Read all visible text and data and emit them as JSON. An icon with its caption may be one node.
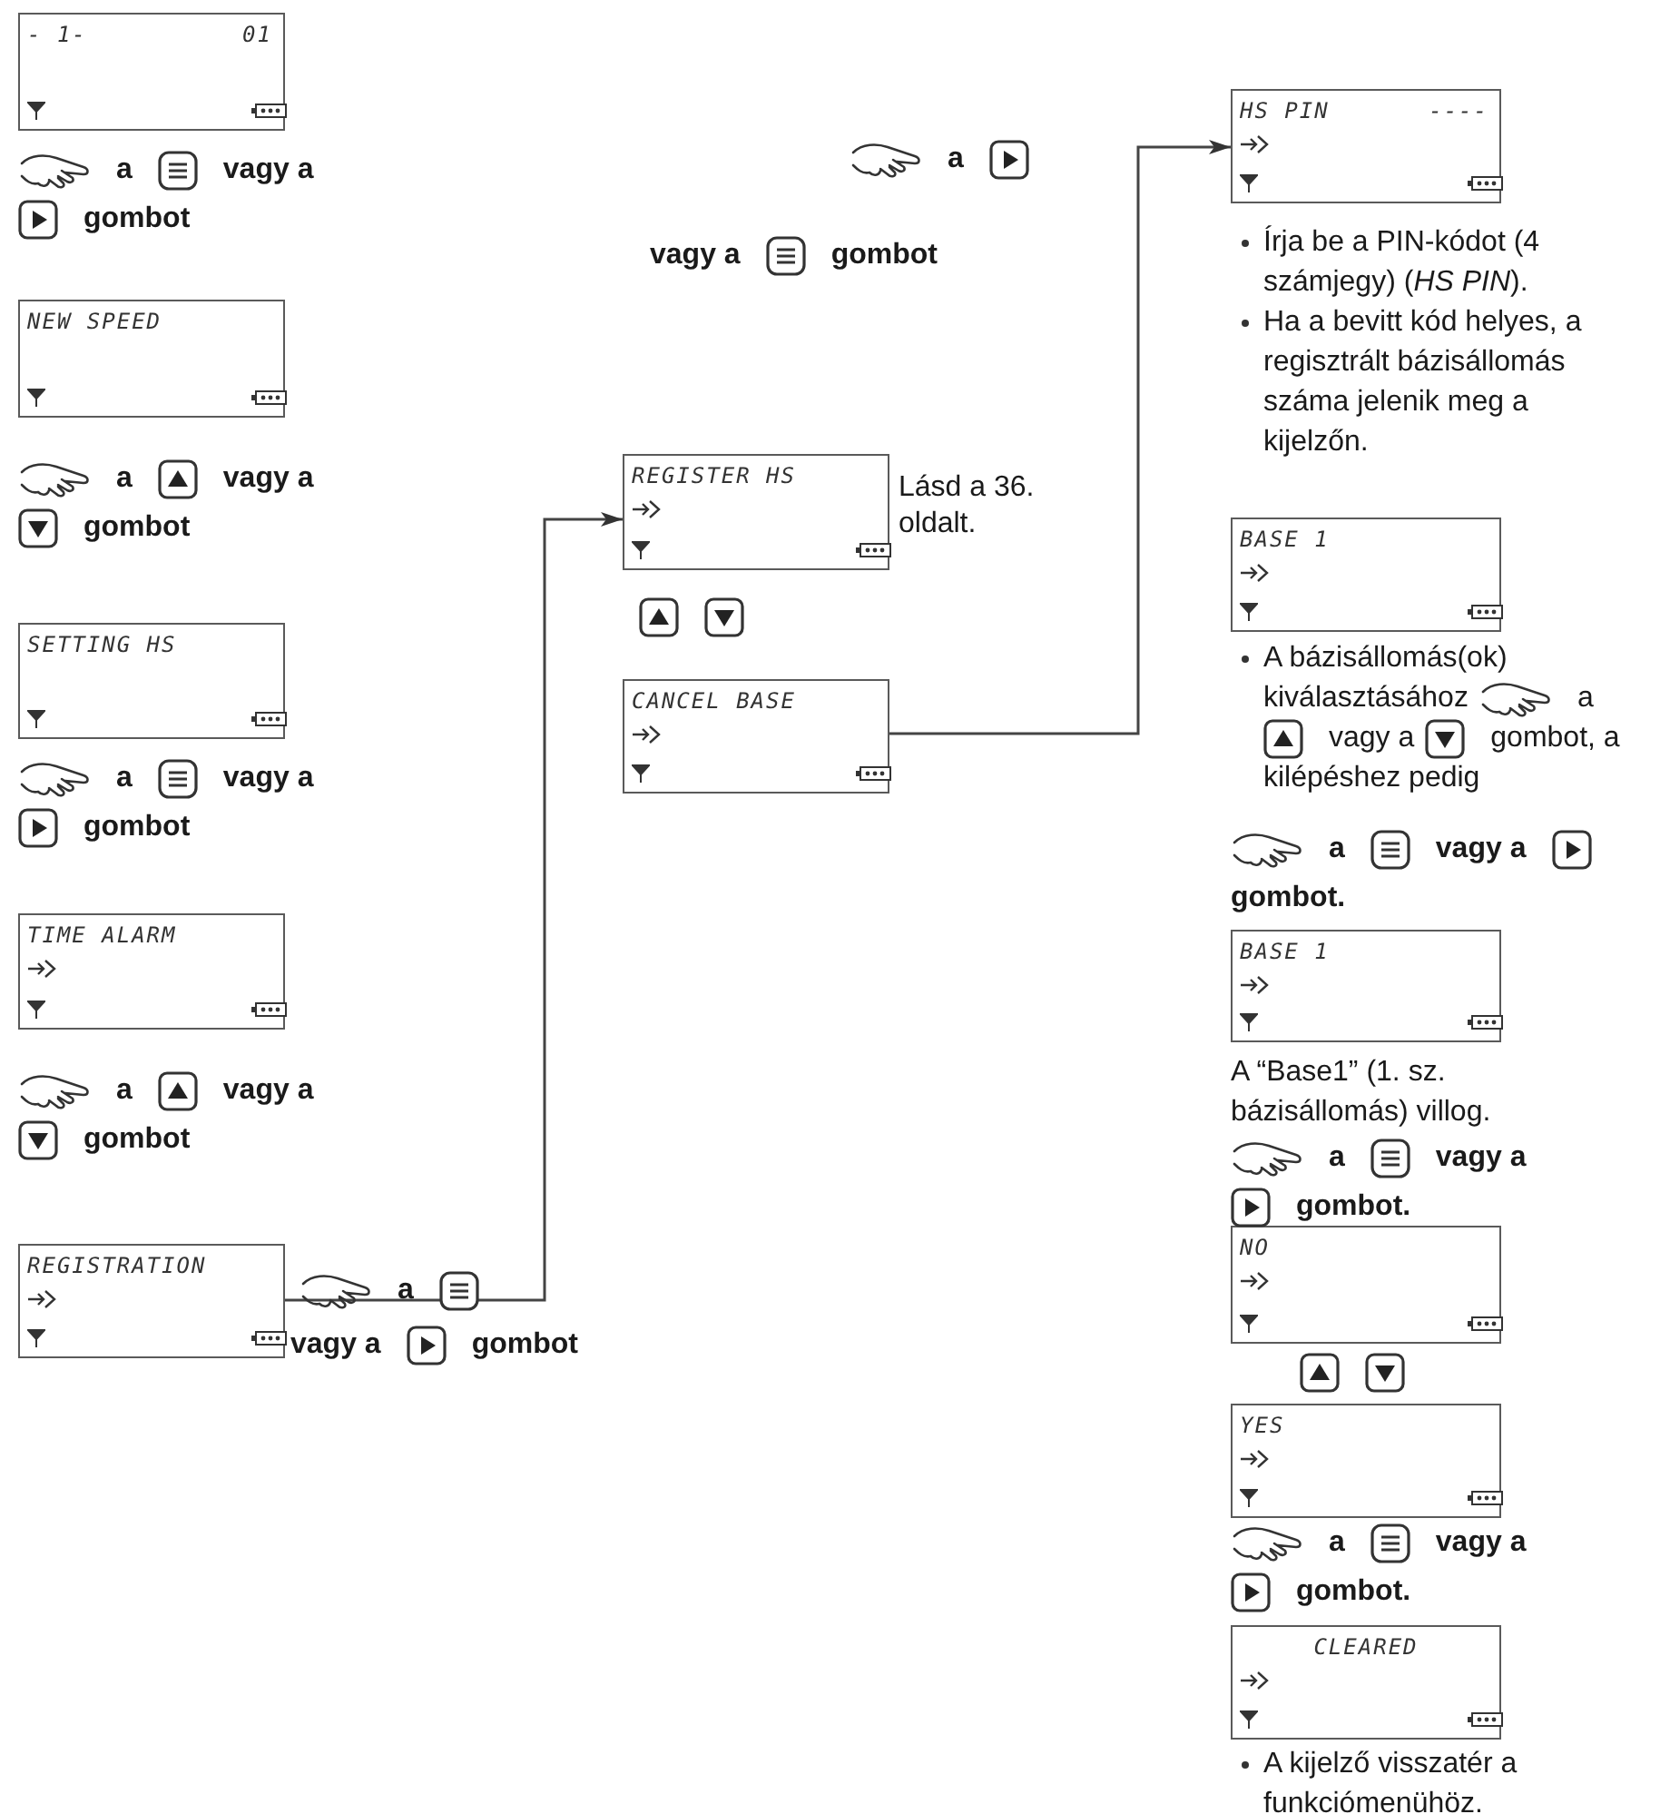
{
  "diagram": {
    "nodes": [
      {
        "text": [
          "- 1-",
          "01"
        ]
      },
      {
        "text": [
          "NEW SPEED"
        ]
      },
      {
        "text": [
          "SETTING HS"
        ]
      },
      {
        "text": [
          "TIME ALARM"
        ]
      },
      {
        "text": [
          "REGISTRATION"
        ]
      },
      {
        "text": [
          "REGISTER HS"
        ],
        "beside": [
          "Lásd a 36. oldalt."
        ]
      },
      {
        "text": [
          "CANCEL BASE"
        ]
      },
      {
        "text": [
          "HS PIN",
          "----"
        ]
      },
      {
        "text": [
          "BASE 1"
        ]
      },
      {
        "text": [
          "BASE 1"
        ]
      },
      {
        "text": [
          "NO"
        ]
      },
      {
        "text": [
          "YES"
        ]
      },
      {
        "text": [
          "CLEARED"
        ]
      }
    ],
    "edges": [
      {
        "from": 4,
        "to": 5,
        "arrow": "to"
      },
      {
        "from": 6,
        "to": 7,
        "arrow": "to"
      }
    ],
    "labels": [
      "a",
      "vagy a",
      "gombot",
      "a",
      "vagy a",
      "gombot",
      "a",
      "vagy a",
      "gombot",
      "a",
      "vagy a",
      "gombot",
      "a",
      "vagy a",
      "gombot",
      "a",
      "vagy a",
      "gombot",
      "Írja be a PIN-kódot (4 számjegy) (*HS PIN*).",
      "Ha a bevitt kód helyes, a regisztrált bázisállomás száma jelenik meg a kijelzőn.",
      "A bázisállomás(ok) kiválasztásához",
      "a",
      "vagy a",
      "gombot, a kilépéshez pedig",
      "a",
      "vagy a",
      "gombot.",
      "A “Base1” (1. sz. bázisállomás) villog.",
      "a",
      "vagy a",
      "gombot.",
      "a",
      "vagy a",
      "gombot.",
      "A kijelző visszatér a funkciómenühöz."
    ]
  }
}
